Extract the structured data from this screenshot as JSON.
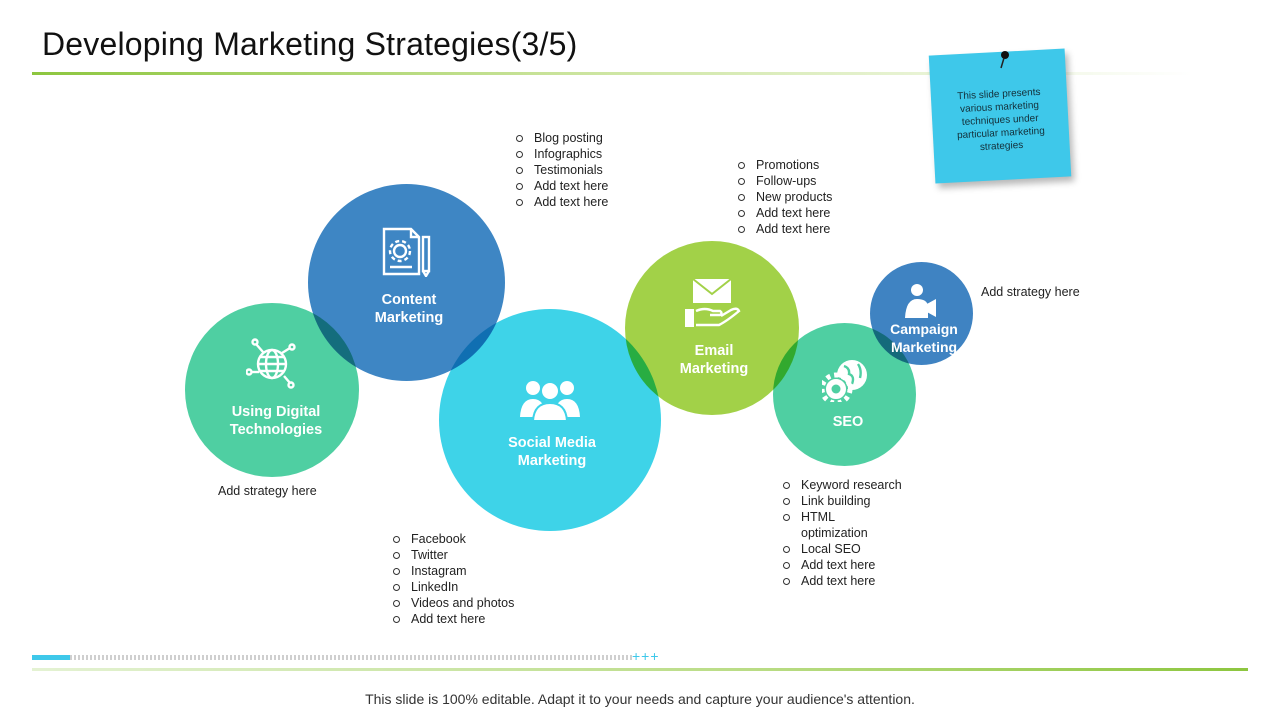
{
  "title": "Developing Marketing Strategies(3/5)",
  "note": "This slide presents various marketing techniques under particular marketing strategies",
  "footer": "This slide is 100% editable. Adapt it to your needs and capture your audience's attention.",
  "progress_plus": "+++",
  "colors": {
    "teal_green": "#4fcfa2",
    "steel_blue": "#3e86c4",
    "cyan": "#3ed3e8",
    "lime": "#a2d148",
    "blue_small": "#3f83c2",
    "note": "#3ec8ea",
    "accent_green": "#8dc63f"
  },
  "strategies": {
    "digital": {
      "label": "Using Digital\nTechnologies",
      "icon": "globe-network-icon",
      "note": "Add strategy here"
    },
    "content": {
      "label": "Content\nMarketing",
      "icon": "document-gear-icon",
      "items": [
        "Blog posting",
        "Infographics",
        "Testimonials",
        "Add text here",
        "Add text here"
      ]
    },
    "social": {
      "label": "Social Media\nMarketing",
      "icon": "people-group-icon",
      "items": [
        "Facebook",
        "Twitter",
        "Instagram",
        "LinkedIn",
        "Videos and photos",
        "Add text here"
      ]
    },
    "email": {
      "label": "Email\nMarketing",
      "icon": "envelope-hand-icon",
      "items": [
        "Promotions",
        "Follow-ups",
        "New products",
        "Add text here",
        "Add text here"
      ]
    },
    "seo": {
      "label": "SEO",
      "icon": "gear-globe-icon",
      "items": [
        "Keyword research",
        "Link building",
        "HTML\noptimization",
        "Local SEO",
        "Add text here",
        "Add text here"
      ]
    },
    "campaign": {
      "label": "Campaign\nMarketing",
      "icon": "megaphone-person-icon",
      "note": "Add strategy here"
    }
  }
}
